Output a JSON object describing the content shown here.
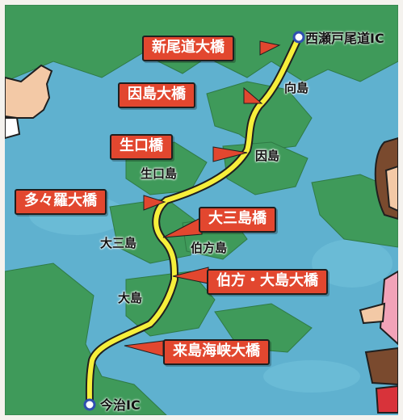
{
  "map": {
    "start_ic": "西瀬戸尾道IC",
    "end_ic": "今治IC",
    "bridges": [
      "新尾道大橋",
      "因島大橋",
      "生口橋",
      "多々羅大橋",
      "大三島橋",
      "伯方・大島大橋",
      "来島海峡大橋"
    ],
    "islands": [
      "向島",
      "因島",
      "生口島",
      "大三島",
      "伯方島",
      "大島"
    ],
    "colors": {
      "sea": "#5fb1cf",
      "land": "#3f9a5a",
      "route": "#f6ef3b",
      "bridge_label": "#e2472f",
      "endpoint": "#2f4fb0"
    }
  }
}
